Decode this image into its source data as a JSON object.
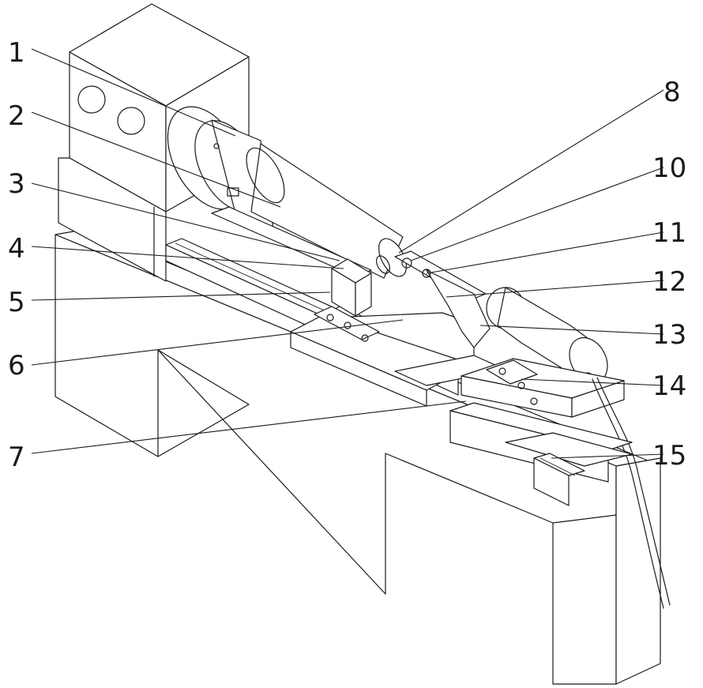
{
  "diagram": {
    "labels": [
      {
        "id": "1",
        "text": "1"
      },
      {
        "id": "2",
        "text": "2"
      },
      {
        "id": "3",
        "text": "3"
      },
      {
        "id": "4",
        "text": "4"
      },
      {
        "id": "5",
        "text": "5"
      },
      {
        "id": "6",
        "text": "6"
      },
      {
        "id": "7",
        "text": "7"
      },
      {
        "id": "8",
        "text": "8"
      },
      {
        "id": "10",
        "text": "10"
      },
      {
        "id": "11",
        "text": "11"
      },
      {
        "id": "12",
        "text": "12"
      },
      {
        "id": "13",
        "text": "13"
      },
      {
        "id": "14",
        "text": "14"
      },
      {
        "id": "15",
        "text": "15"
      }
    ],
    "line_color": "#1a1a1a",
    "background": "#ffffff"
  }
}
